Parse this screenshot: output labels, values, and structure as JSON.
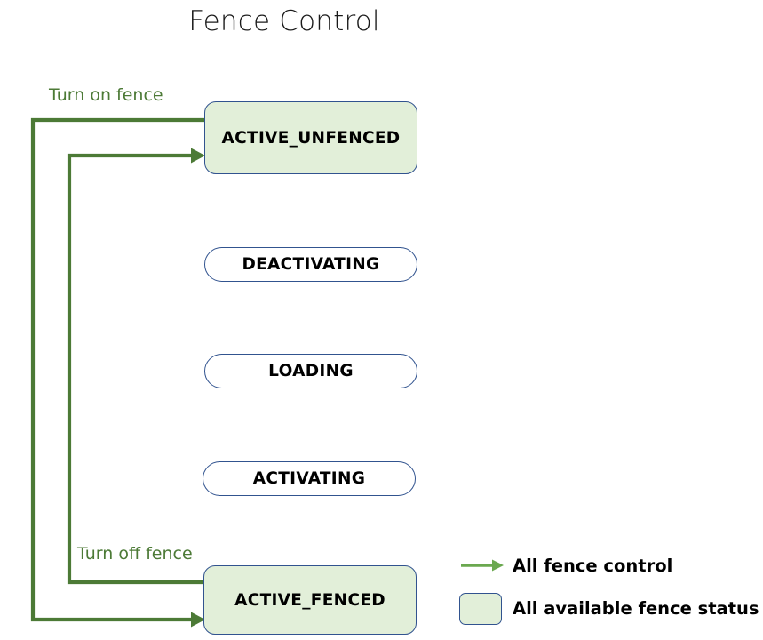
{
  "diagram": {
    "title": "Fence Control",
    "type": "state-transition-diagram"
  },
  "states": [
    {
      "id": "active-unfenced",
      "label": "ACTIVE_UNFENCED",
      "available": true
    },
    {
      "id": "deactivating",
      "label": "DEACTIVATING",
      "available": false
    },
    {
      "id": "loading",
      "label": "LOADING",
      "available": false
    },
    {
      "id": "activating",
      "label": "ACTIVATING",
      "available": false
    },
    {
      "id": "active-fenced",
      "label": "ACTIVE_FENCED",
      "available": true
    }
  ],
  "transitions": [
    {
      "id": "turn-on-fence",
      "label": "Turn on fence",
      "from": "active-fenced",
      "to": "active-unfenced"
    },
    {
      "id": "turn-off-fence",
      "label": "Turn off fence",
      "from": "active-unfenced",
      "to": "active-fenced"
    }
  ],
  "legend": {
    "items": [
      {
        "id": "all-fence-control",
        "key": "arrow-icon",
        "label": "All fence control"
      },
      {
        "id": "all-available-fence-status",
        "key": "swatch-icon",
        "label": "All available fence status"
      }
    ]
  },
  "colors": {
    "edge_green": "#4c7a36",
    "legend_arrow_green": "#6aa84f",
    "label_green": "#4c7a36",
    "node_border": "#31538f",
    "node_fill_available": "#e2efd9",
    "node_fill_default": "#ffffff",
    "text": "#000000",
    "background": "#ffffff"
  }
}
